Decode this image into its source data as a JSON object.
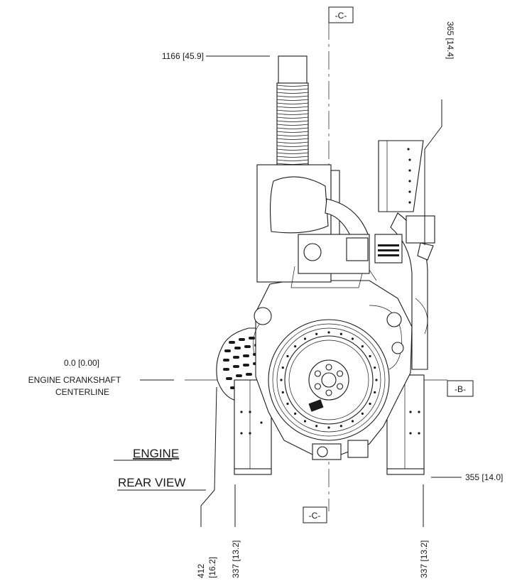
{
  "labels": {
    "top_height": "1166 [45.9]",
    "right_top": "365 [14.4]",
    "origin_value": "0.0 [0.00]",
    "origin_line1": "ENGINE CRANKSHAFT",
    "origin_line2": "CENTERLINE",
    "datum_b": "-B-",
    "datum_c_top": "-C-",
    "datum_c_bottom": "-C-",
    "right_bottom": "355 [14.0]",
    "bottom_412_a": "412",
    "bottom_412_b": "[16.2]",
    "bottom_left_337": "337 [13.2]",
    "bottom_right_337": "337 [13.2]"
  },
  "title": {
    "line1": "ENGINE",
    "line2": "REAR VIEW"
  },
  "icons": [
    "engine-drawing",
    "flywheel-icon",
    "exhaust-bellows-icon",
    "air-filter-icon"
  ]
}
